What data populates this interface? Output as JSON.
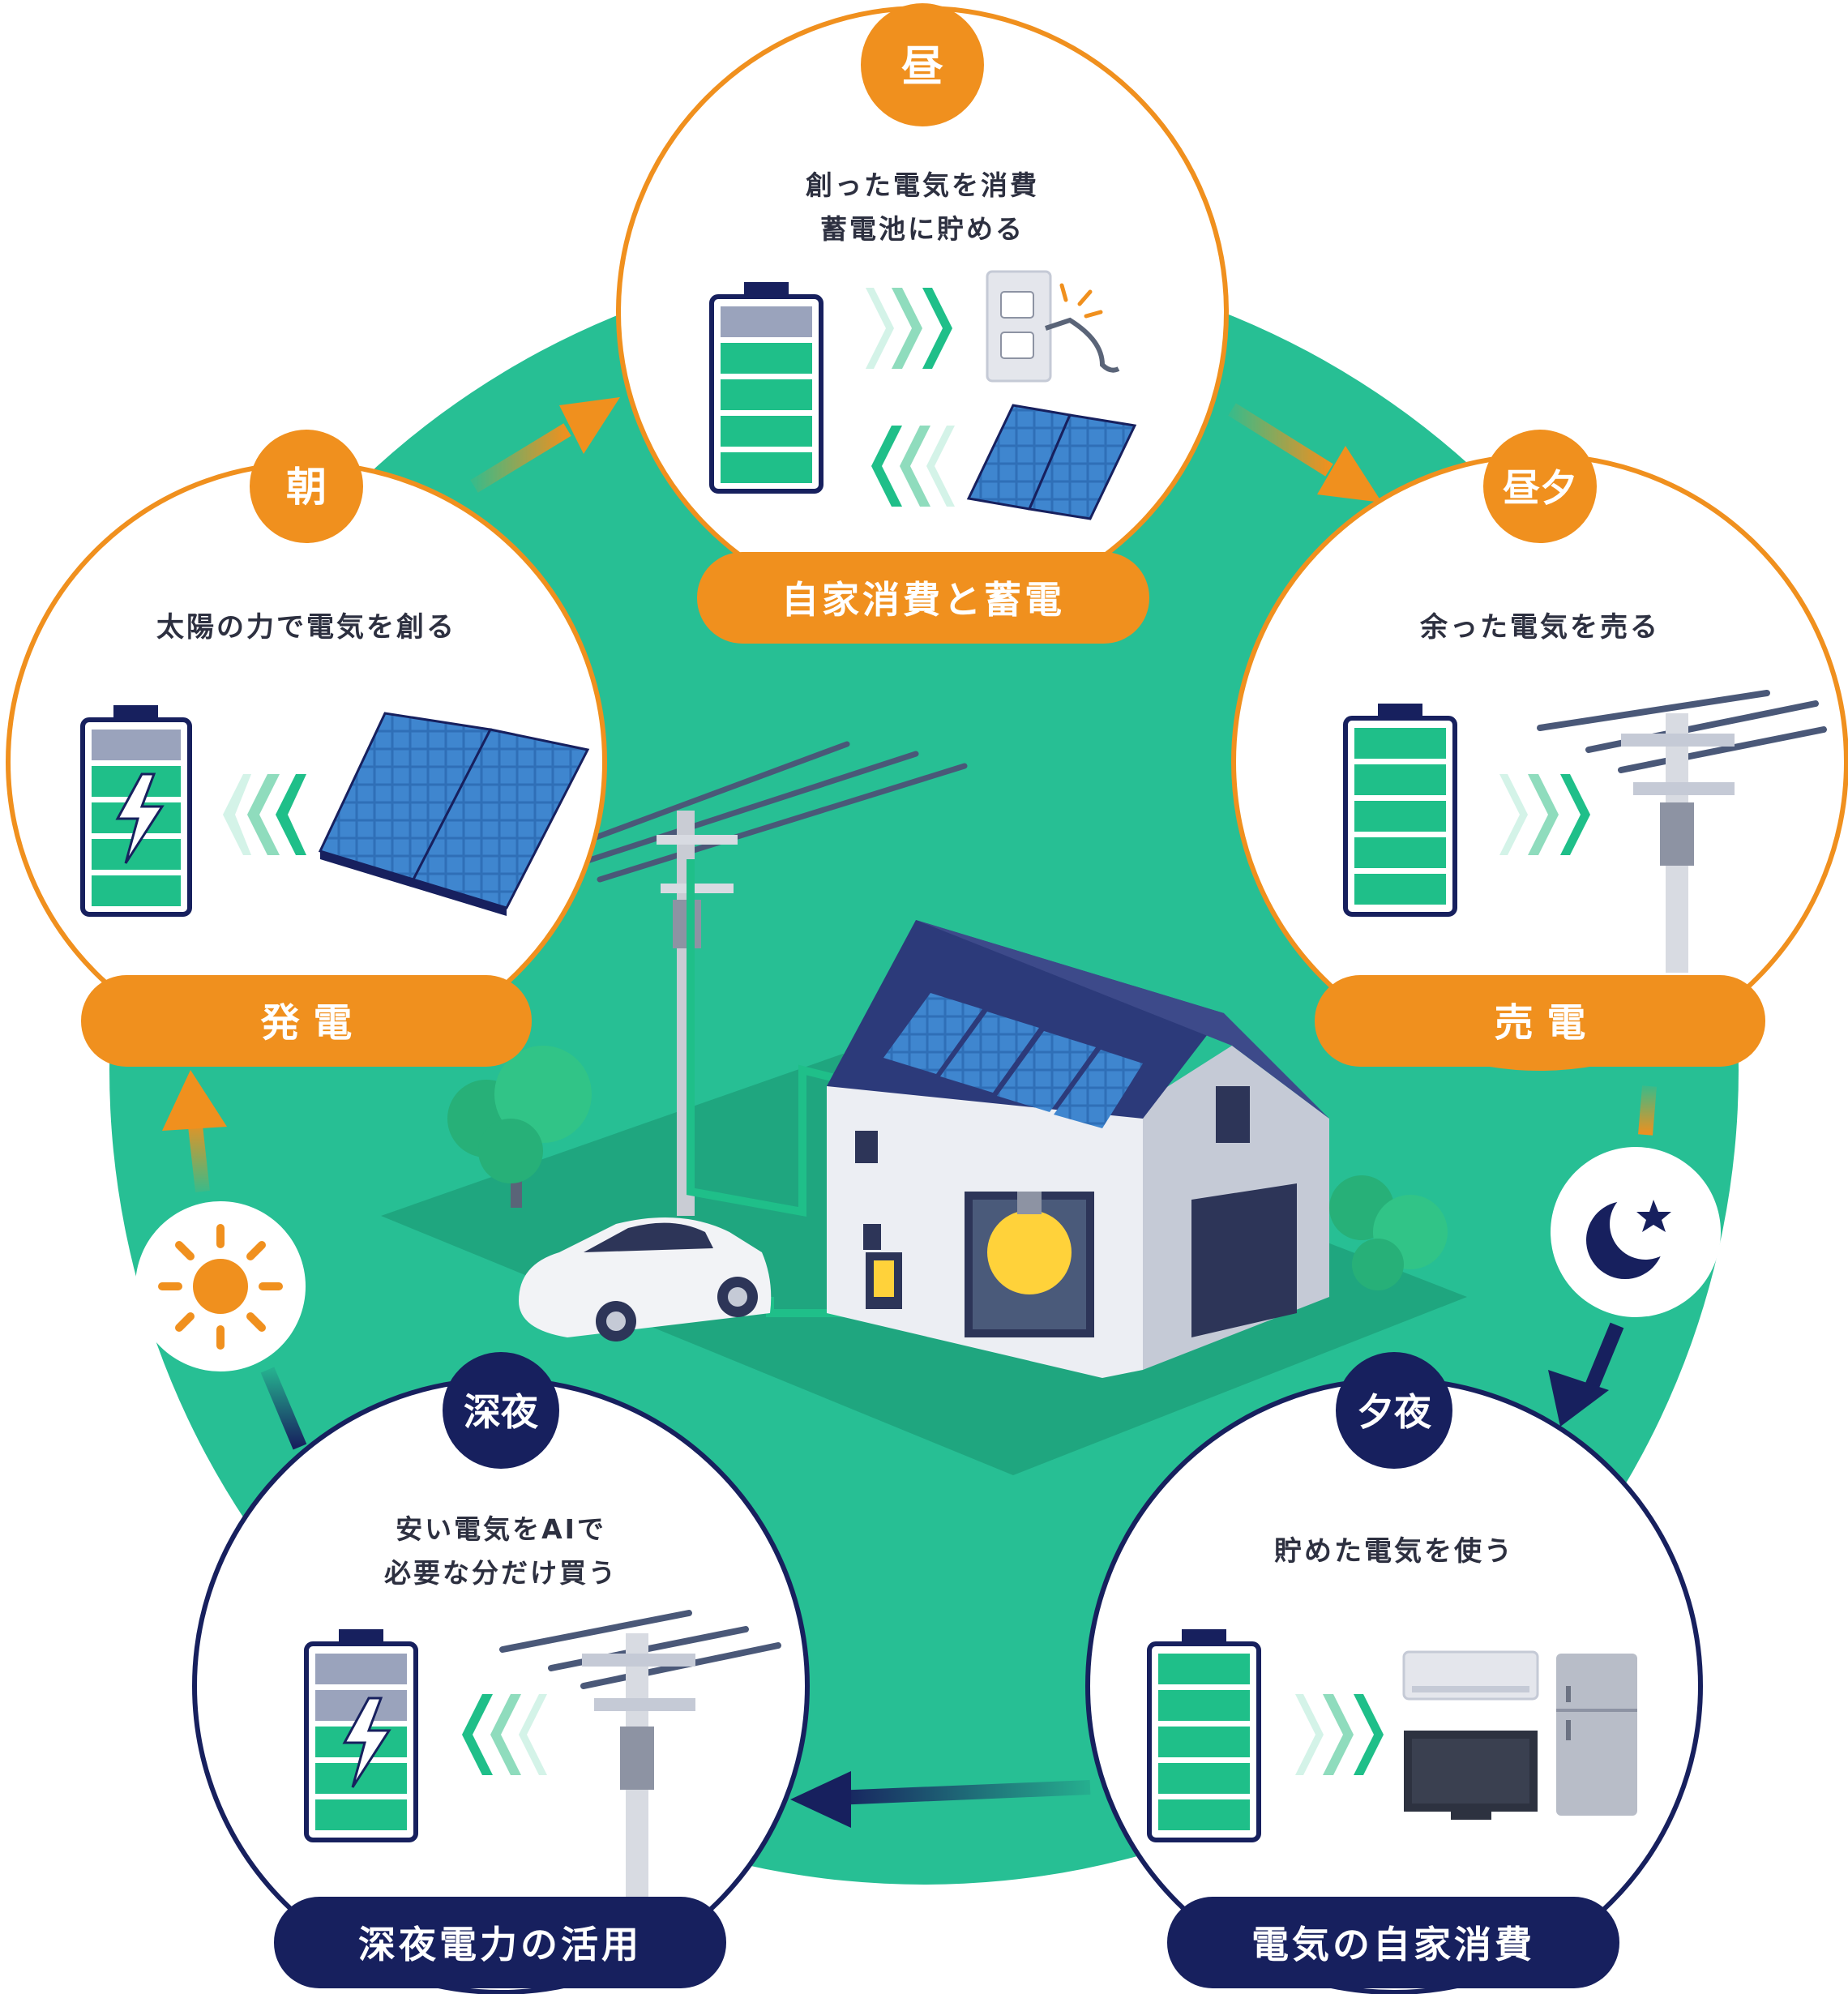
{
  "colors": {
    "green_bg": "#27bf94",
    "orange": "#f0901e",
    "navy": "#17205e",
    "battery_green": "#1fbf89",
    "battery_gray": "#9aa3bc",
    "panel_blue": "#2f6fb7",
    "white": "#ffffff"
  },
  "center_labels": [
    "",
    ""
  ],
  "stages": {
    "morning": {
      "time": "朝",
      "desc1": "太陽の力で電気を創る",
      "desc2": "",
      "title": "発 電"
    },
    "noon": {
      "time": "昼",
      "desc1": "創った電気を消費",
      "desc2": "蓄電池に貯める",
      "title": "自家消費と蓄電"
    },
    "afternoon": {
      "time": "昼夕",
      "desc1": "余った電気を売る",
      "desc2": "",
      "title": "売 電"
    },
    "evening": {
      "time": "夕夜",
      "desc1": "貯めた電気を使う",
      "desc2": "",
      "title": "電気の自家消費"
    },
    "latenight": {
      "time": "深夜",
      "desc1": "安い電気をAIで",
      "desc2": "必要な分だけ買う",
      "title": "深夜電力の活用"
    }
  },
  "icons": {
    "sun": "sun-icon",
    "moon": "moon-star-icon"
  }
}
